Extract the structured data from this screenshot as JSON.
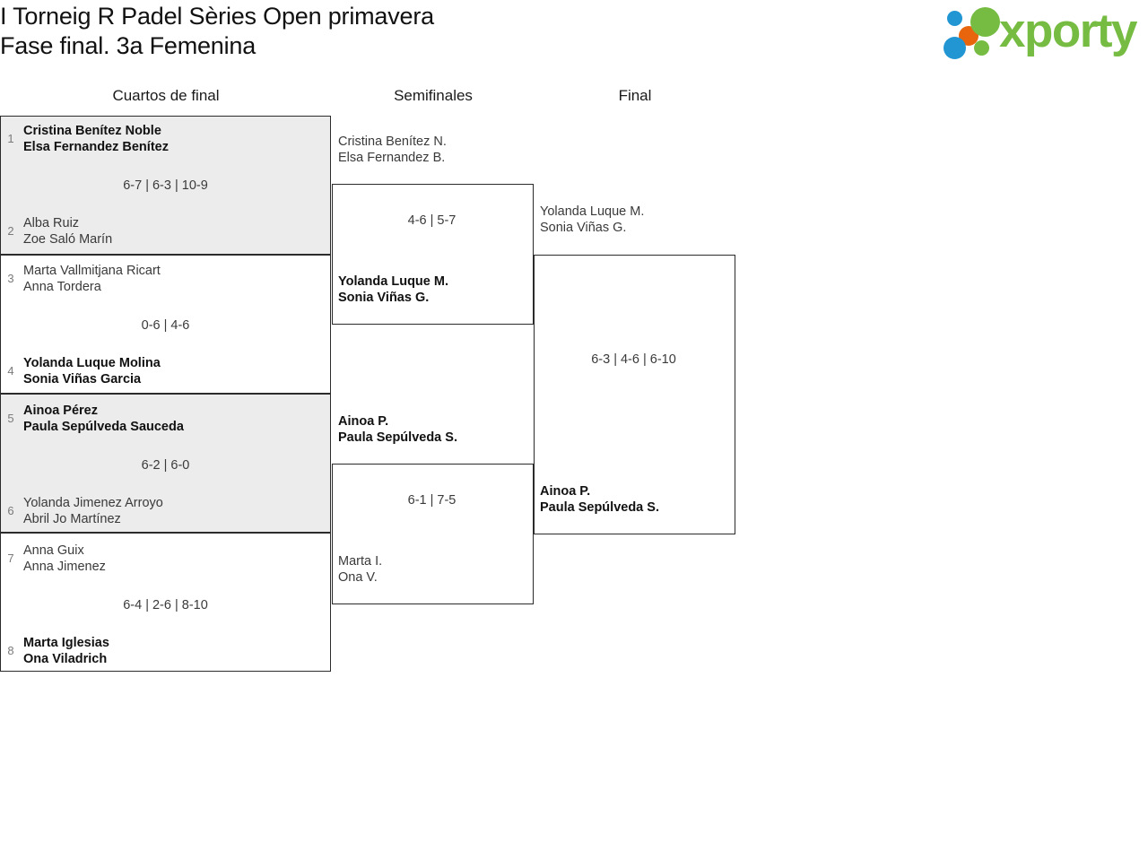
{
  "header": {
    "title_line_1": "I Torneig R Padel Sèries Open primavera",
    "title_line_2": "Fase final. 3a Femenina"
  },
  "logo": {
    "wordmark": "xporty",
    "green": "#76bc43",
    "blue": "#2196d3",
    "orange": "#e8650d"
  },
  "rounds": {
    "quarterfinals_label": "Cuartos de final",
    "semifinals_label": "Semifinales",
    "final_label": "Final"
  },
  "bracket": {
    "quarterfinals": [
      {
        "seed_top": "1",
        "top_player_1": "Cristina Benítez Noble",
        "top_player_2": "Elsa Fernandez Benítez",
        "score": "6-7 | 6-3 | 10-9",
        "seed_bottom": "2",
        "bottom_player_1": "Alba Ruiz",
        "bottom_player_2": "Zoe Saló Marín",
        "winner": "top"
      },
      {
        "seed_top": "3",
        "top_player_1": "Marta Vallmitjana Ricart",
        "top_player_2": "Anna Tordera",
        "score": "0-6 | 4-6",
        "seed_bottom": "4",
        "bottom_player_1": "Yolanda Luque Molina",
        "bottom_player_2": "Sonia Viñas Garcia",
        "winner": "bottom"
      },
      {
        "seed_top": "5",
        "top_player_1": "Ainoa Pérez",
        "top_player_2": "Paula Sepúlveda Sauceda",
        "score": "6-2 | 6-0",
        "seed_bottom": "6",
        "bottom_player_1": "Yolanda Jimenez Arroyo",
        "bottom_player_2": "Abril Jo Martínez",
        "winner": "top"
      },
      {
        "seed_top": "7",
        "top_player_1": "Anna Guix",
        "top_player_2": "Anna Jimenez",
        "score": "6-4 | 2-6 | 8-10",
        "seed_bottom": "8",
        "bottom_player_1": "Marta Iglesias",
        "bottom_player_2": "Ona Viladrich",
        "winner": "bottom"
      }
    ],
    "semifinals": [
      {
        "top_player_1": "Cristina Benítez N.",
        "top_player_2": "Elsa Fernandez B.",
        "score": "4-6 | 5-7",
        "bottom_player_1": "Yolanda Luque M.",
        "bottom_player_2": "Sonia Viñas G.",
        "winner": "bottom"
      },
      {
        "top_player_1": "Ainoa P.",
        "top_player_2": "Paula Sepúlveda S.",
        "score": "6-1 | 7-5",
        "bottom_player_1": "Marta I.",
        "bottom_player_2": "Ona V.",
        "winner": "top"
      }
    ],
    "final": {
      "top_player_1": "Yolanda Luque M.",
      "top_player_2": "Sonia Viñas G.",
      "score": "6-3 | 4-6 | 6-10",
      "bottom_player_1": "Ainoa P.",
      "bottom_player_2": "Paula Sepúlveda S.",
      "winner": "bottom"
    }
  }
}
